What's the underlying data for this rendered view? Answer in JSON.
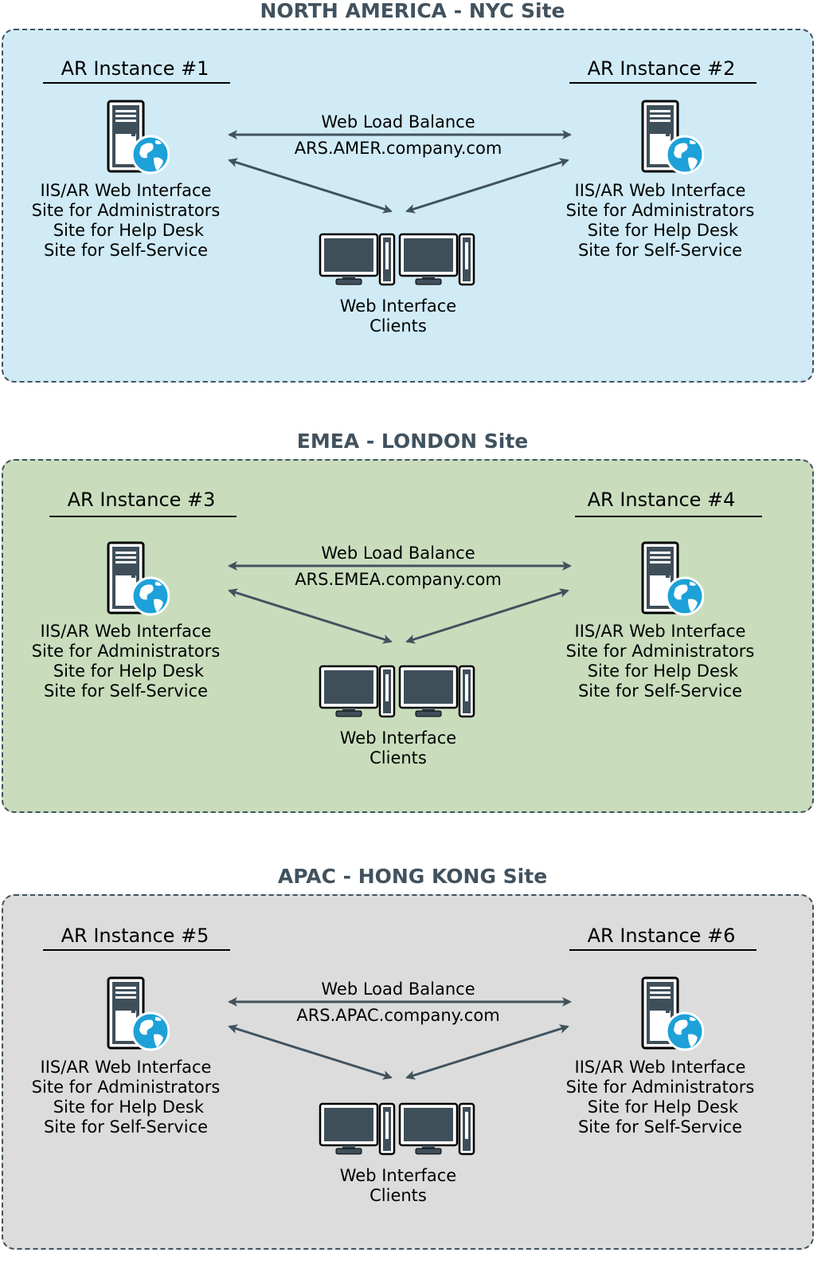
{
  "sites": [
    {
      "id": "amer",
      "title": "NORTH AMERICA - NYC Site",
      "color": "#d0ebf6",
      "instances": [
        {
          "title": "AR Instance #1",
          "roles": [
            "IIS/AR Web Interface",
            "Site for Administrators",
            " Site for Help Desk",
            "Site for Self-Service"
          ]
        },
        {
          "title": "AR Instance #2",
          "roles": [
            "IIS/AR Web Interface",
            "Site for Administrators",
            " Site for Help Desk",
            "Site for Self-Service"
          ]
        }
      ],
      "load_balance_label": "Web Load Balance",
      "load_balance_host": "ARS.AMER.company.com",
      "clients_label": [
        "Web Interface",
        "Clients"
      ]
    },
    {
      "id": "emea",
      "title": "EMEA - LONDON Site",
      "color": "#c9ddbd",
      "instances": [
        {
          "title": "AR Instance #3",
          "roles": [
            "IIS/AR Web Interface",
            "Site for Administrators",
            " Site for Help Desk",
            "Site for Self-Service"
          ]
        },
        {
          "title": "AR Instance #4",
          "roles": [
            "IIS/AR Web Interface",
            "Site for Administrators",
            " Site for Help Desk",
            "Site for Self-Service"
          ]
        }
      ],
      "load_balance_label": "Web Load Balance",
      "load_balance_host": "ARS.EMEA.company.com",
      "clients_label": [
        "Web Interface",
        "Clients"
      ]
    },
    {
      "id": "apac",
      "title": "APAC - HONG KONG Site",
      "color": "#dcdcdc",
      "instances": [
        {
          "title": "AR Instance #5",
          "roles": [
            "IIS/AR Web Interface",
            "Site for Administrators",
            " Site for Help Desk",
            "Site for Self-Service"
          ]
        },
        {
          "title": "AR Instance #6",
          "roles": [
            "IIS/AR Web Interface",
            "Site for Administrators",
            " Site for Help Desk",
            "Site for Self-Service"
          ]
        }
      ],
      "load_balance_label": "Web Load Balance",
      "load_balance_host": "ARS.APAC.company.com",
      "clients_label": [
        "Web Interface",
        "Clients"
      ]
    }
  ],
  "colors": {
    "frame": "#41525e",
    "arrow": "#41525e",
    "globe": "#1da1d8",
    "monitor": "#3f4f5a"
  },
  "icons": {
    "server": "server-globe-icon",
    "clients": "two-workstations-icon"
  }
}
